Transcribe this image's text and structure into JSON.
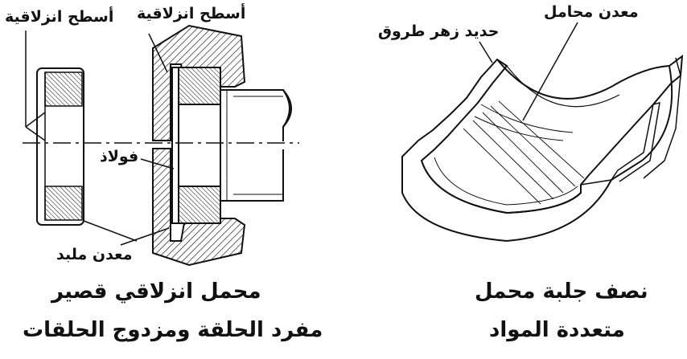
{
  "left_figure": {
    "labels": {
      "sliding_surfaces": "أسطح انزلاقية",
      "sliding_surfaces_2": "أسطح انزلاقية",
      "steel": "فولاذ",
      "lining_metal": "معدن ملبد"
    },
    "caption_line1": "محمل انزلاقي قصير",
    "caption_line2": "مفرد الحلقة ومزدوج الحلقات"
  },
  "right_figure": {
    "labels": {
      "bearing_metal": "معدن محامل",
      "cast_iron": "حديد زهر طروق"
    },
    "caption_line1": "نصف جلبة محمل",
    "caption_line2": "متعددة المواد"
  },
  "colors": {
    "line": "#111111",
    "background": "#ffffff"
  }
}
